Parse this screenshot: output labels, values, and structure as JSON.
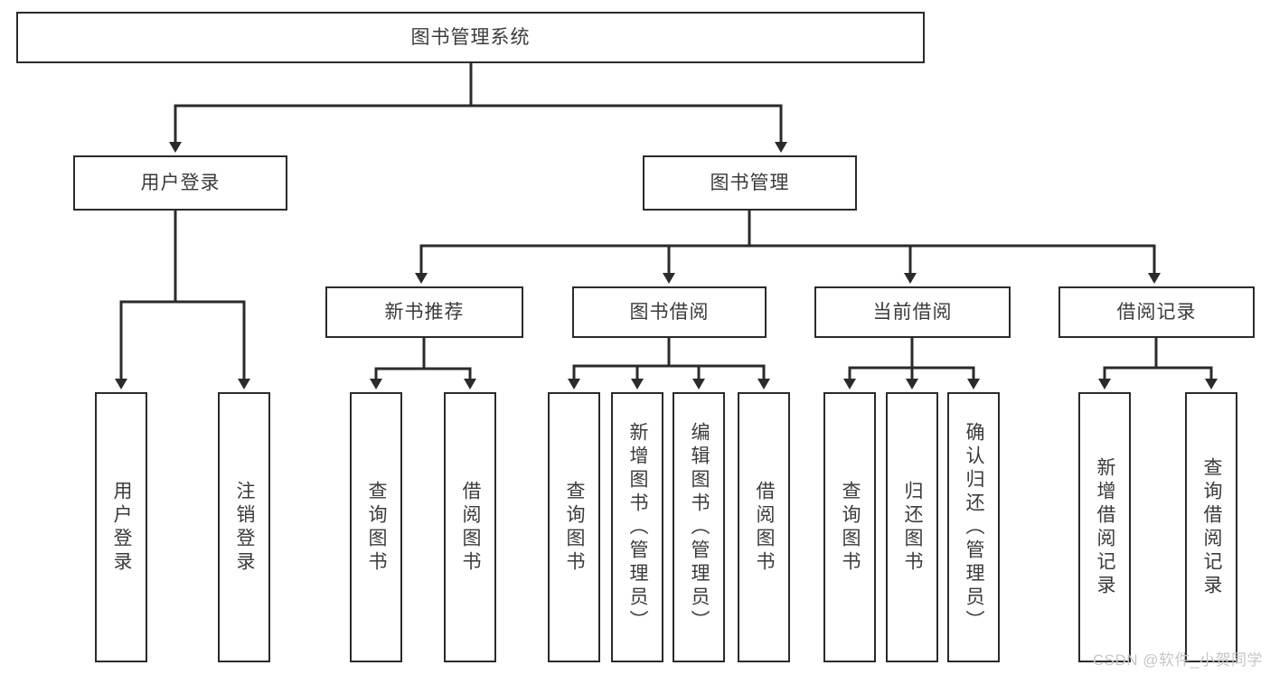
{
  "diagram": {
    "type": "tree-hierarchy",
    "title": "图书管理系统",
    "background_color": "#ffffff",
    "line_color": "#2b2b2b",
    "text_color": "#3b3b3b",
    "watermark": "CSDN @软件_小贺同学"
  },
  "nodes": {
    "root": {
      "label": "图书管理系统"
    },
    "level2": [
      {
        "id": "user-login",
        "label": "用户登录"
      },
      {
        "id": "book-manage",
        "label": "图书管理"
      }
    ],
    "level3": [
      {
        "id": "new-book-recommend",
        "label": "新书推荐"
      },
      {
        "id": "book-borrow",
        "label": "图书借阅"
      },
      {
        "id": "current-borrow",
        "label": "当前借阅"
      },
      {
        "id": "borrow-record",
        "label": "借阅记录"
      }
    ],
    "leaves": {
      "user_login": [
        {
          "id": "leaf-user-login",
          "label": "用户登录"
        },
        {
          "id": "leaf-logout-login",
          "label": "注销登录"
        }
      ],
      "new_book_recommend": [
        {
          "id": "leaf-query-book-1",
          "label": "查询图书"
        },
        {
          "id": "leaf-borrow-book-1",
          "label": "借阅图书"
        }
      ],
      "book_borrow": [
        {
          "id": "leaf-query-book-2",
          "label": "查询图书"
        },
        {
          "id": "leaf-add-book",
          "label": "新增图书（管理员）"
        },
        {
          "id": "leaf-edit-book",
          "label": "编辑图书（管理员）"
        },
        {
          "id": "leaf-borrow-book-2",
          "label": "借阅图书"
        }
      ],
      "current_borrow": [
        {
          "id": "leaf-query-book-3",
          "label": "查询图书"
        },
        {
          "id": "leaf-return-book",
          "label": "归还图书"
        },
        {
          "id": "leaf-confirm-return",
          "label": "确认归还（管理员）"
        }
      ],
      "borrow_record": [
        {
          "id": "leaf-add-record",
          "label": "新增借阅记录"
        },
        {
          "id": "leaf-query-record",
          "label": "查询借阅记录"
        }
      ]
    }
  }
}
